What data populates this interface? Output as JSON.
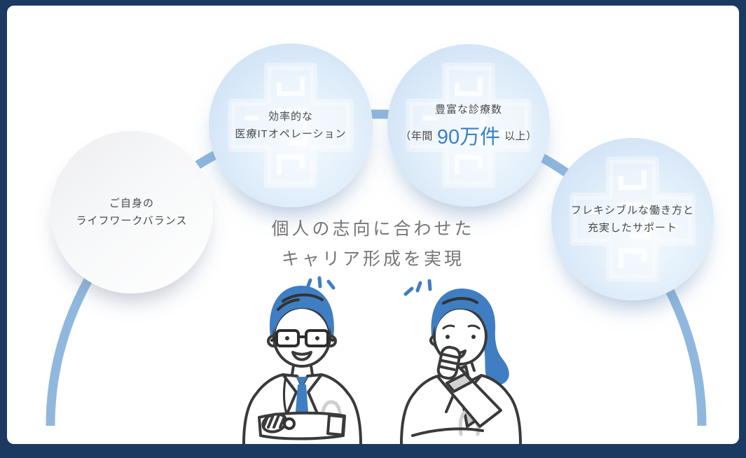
{
  "headline": {
    "line1": "個人の志向に合わせた",
    "line2": "キャリア形成を実現"
  },
  "bubbles": {
    "life_work": {
      "line1": "ご自身の",
      "line2": "ライフワークバランス"
    },
    "it_operation": {
      "line1": "効率的な",
      "line2": "医療ITオペレーション"
    },
    "consultations": {
      "line1": "豊富な診療数",
      "prefix": "（年間",
      "highlight": "90万件",
      "suffix": "以上）"
    },
    "flexible": {
      "line1": "フレキシブルな働き方と",
      "line2": "充実したサポート"
    }
  },
  "icons": {
    "watermark": "medical-cross-logo-watermark"
  },
  "illustrations": {
    "left": "male-doctor-in-white-coat-arms-crossed",
    "right": "female-doctor-in-white-coat-thinking"
  },
  "colors": {
    "page_background": "#1b3a62",
    "card_background": "#ffffff",
    "arc": "#90b8de",
    "bubble_blue_edge": "#c6dcf3",
    "bubble_text": "#4a4a4a",
    "highlight_text": "#3b80c6",
    "headline_text": "#767676",
    "hair_blue": "#3f7ec2",
    "outline": "#3a3a3a"
  }
}
